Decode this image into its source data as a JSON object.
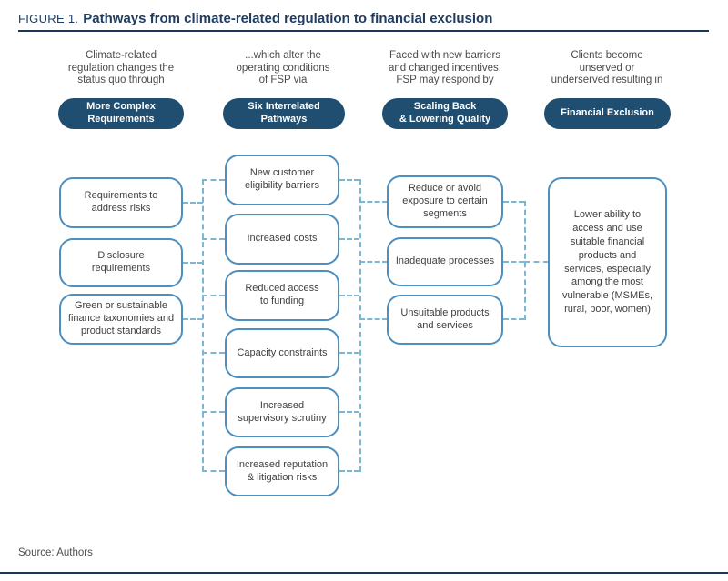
{
  "figure": {
    "label": "FIGURE 1.",
    "title": "Pathways from climate-related regulation to financial exclusion",
    "source": "Source: Authors"
  },
  "colors": {
    "navy_badge": "#1f4e70",
    "title_navy": "#203c5f",
    "box_border_blue": "#4d8fbf",
    "connector_dashed_blue": "#7cb6d3",
    "body_text": "#3f3f3f"
  },
  "columns": [
    {
      "header": "Climate-related\nregulation changes the\nstatus quo through",
      "badge": "More Complex\nRequirements",
      "boxes": [
        "Requirements to\naddress risks",
        "Disclosure\nrequirements",
        "Green or sustainable\nfinance taxonomies and\nproduct standards"
      ]
    },
    {
      "header": "...which alter the\noperating conditions\nof FSP via",
      "badge": "Six Interrelated\nPathways",
      "boxes": [
        "New customer\neligibility barriers",
        "Increased costs",
        "Reduced access\nto funding",
        "Capacity constraints",
        "Increased\nsupervisory scrutiny",
        "Increased reputation\n& litigation risks"
      ]
    },
    {
      "header": "Faced with new barriers\nand changed incentives,\nFSP may respond by",
      "badge": "Scaling Back\n& Lowering Quality",
      "boxes": [
        "Reduce or avoid\nexposure to certain\nsegments",
        "Inadequate processes",
        "Unsuitable products\nand services"
      ]
    },
    {
      "header": "Clients become\nunserved or\nunderserved resulting in",
      "badge": "Financial Exclusion",
      "boxes": [
        "Lower ability to\naccess and use\nsuitable financial\nproducts and\nservices, especially\namong the most\nvulnerable (MSMEs,\nrural, poor, women)"
      ]
    }
  ]
}
